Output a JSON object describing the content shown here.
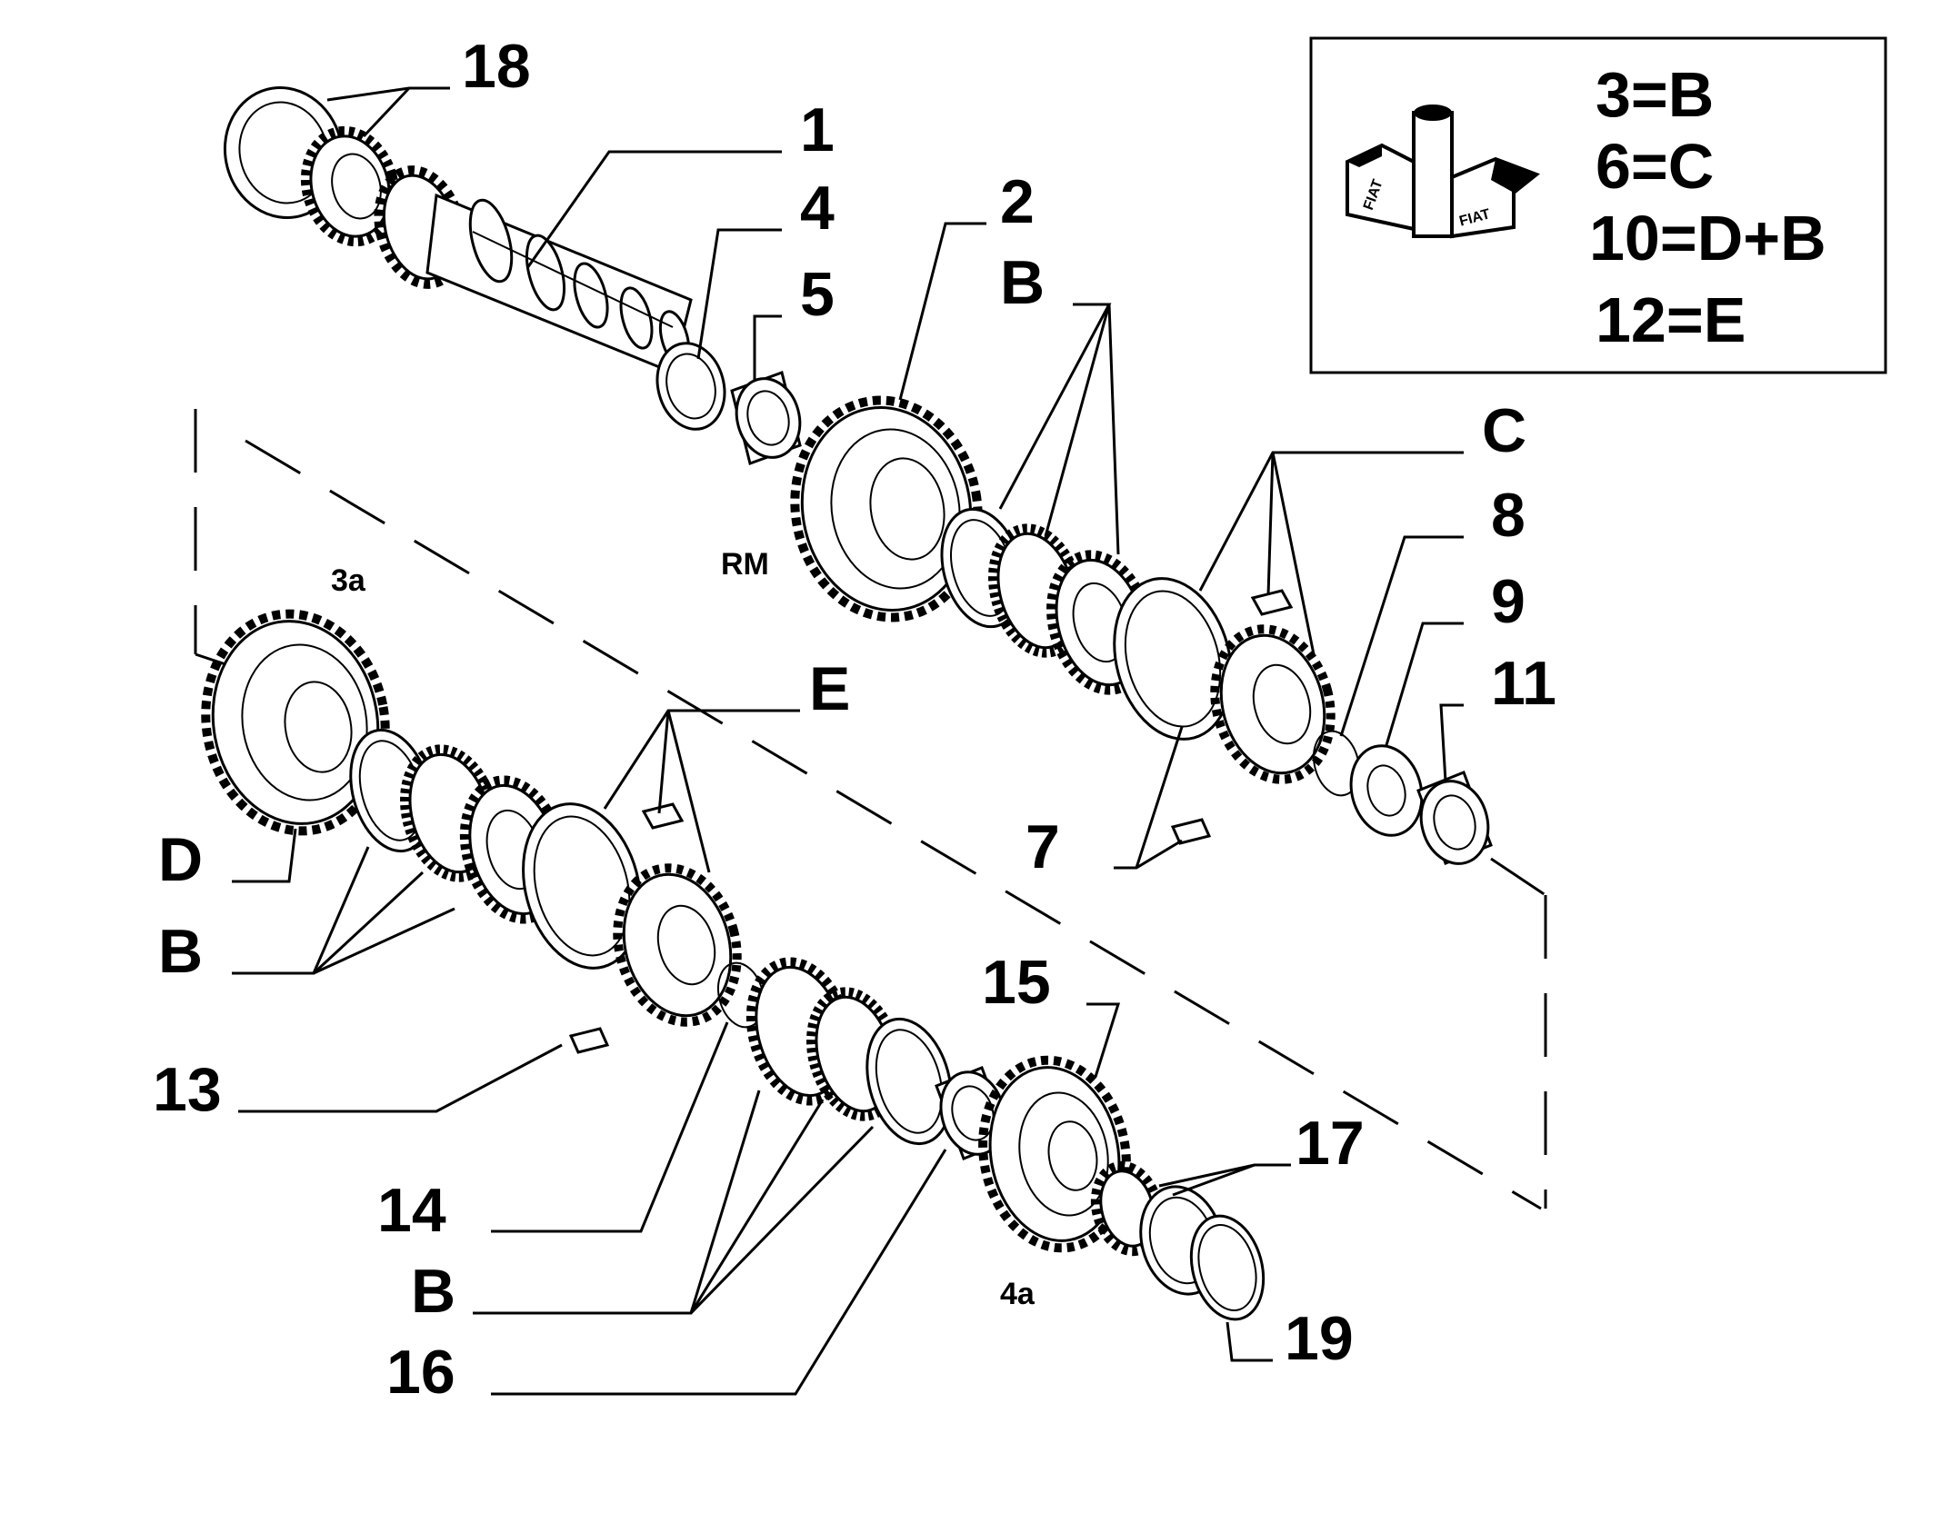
{
  "diagram": {
    "callouts": {
      "c18": "18",
      "c1": "1",
      "c4": "4",
      "c5": "5",
      "c2": "2",
      "cB1": "B",
      "cC": "C",
      "c8": "8",
      "c9": "9",
      "c11": "11",
      "c7": "7",
      "cE": "E",
      "cD": "D",
      "cB2": "B",
      "c13": "13",
      "c15": "15",
      "c14": "14",
      "c17": "17",
      "cB3": "B",
      "c16": "16",
      "c19": "19"
    },
    "small_labels": {
      "rm": "RM",
      "g3a": "3a",
      "g4a": "4a"
    },
    "legend": {
      "lines": [
        "3=B",
        "6=C",
        "10=D+B",
        "12=E"
      ],
      "logo_text": "FIAT"
    }
  }
}
